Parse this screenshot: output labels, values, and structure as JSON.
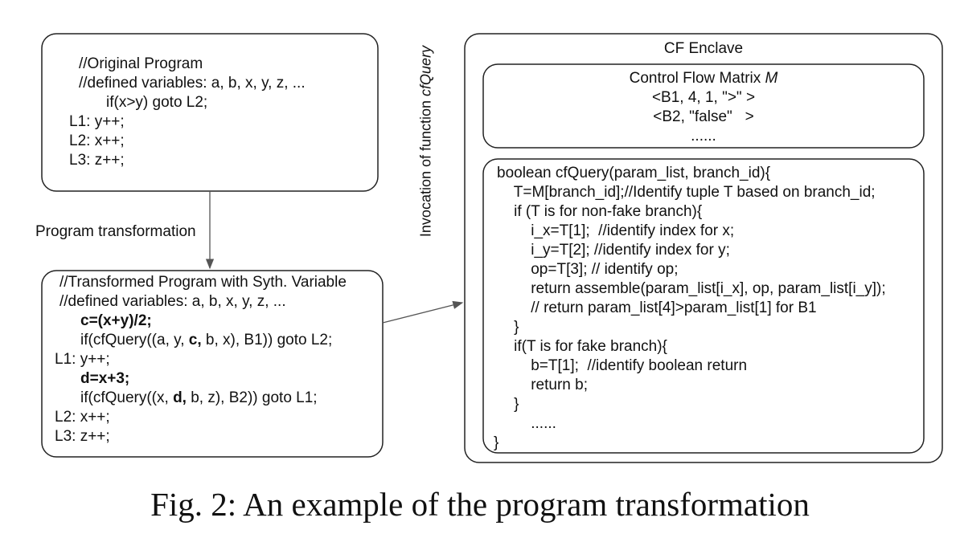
{
  "original": {
    "lines": [
      "//Original Program",
      "//defined variables: a, b, x, y, z, ...",
      "if(x>y) goto L2;",
      "L1: y++;",
      "L2: x++;",
      "L3: z++;"
    ]
  },
  "transform_label": "Program transformation",
  "transformed": {
    "header1": "//Transformed Program with Syth. Variable",
    "header2": "//defined variables: a, b, x, y, z, ...",
    "c_stmt": "c=(x+y)/2;",
    "q1_pre": "if(cfQuery((a, y, ",
    "q1_bold": "c,",
    "q1_post": " b, x), B1)) goto L2;",
    "l1": "L1: y++;",
    "d_stmt": "d=x+3;",
    "q2_pre": "if(cfQuery((x, ",
    "q2_bold": "d,",
    "q2_post": " b, z), B2)) goto L1;",
    "l2": "L2: x++;",
    "l3": "L3: z++;"
  },
  "invocation_label": {
    "prefix": "Invocation of function ",
    "italic": "cfQuery"
  },
  "enclave": {
    "title": "CF Enclave",
    "matrix": {
      "title_prefix": "Control Flow Matrix ",
      "title_italic": "M",
      "rows": [
        "<B1, 4, 1, \">\" >",
        "<B2, \"false\"   >",
        "......"
      ]
    },
    "code": [
      "boolean cfQuery(param_list, branch_id){",
      "    T=M[branch_id];//Identify tuple T based on branch_id;",
      "    if (T is for non-fake branch){",
      "        i_x=T[1];  //identify index for x;",
      "        i_y=T[2]; //identify index for y;",
      "        op=T[3]; // identify op;",
      "        return assemble(param_list[i_x], op, param_list[i_y]);",
      "        // return param_list[4]>param_list[1] for B1",
      "    }",
      "    if(T is for fake branch){",
      "        b=T[1];  //identify boolean return",
      "        return b;",
      "    }",
      "        ......",
      "}"
    ]
  },
  "caption": "Fig. 2: An example of the program transformation"
}
